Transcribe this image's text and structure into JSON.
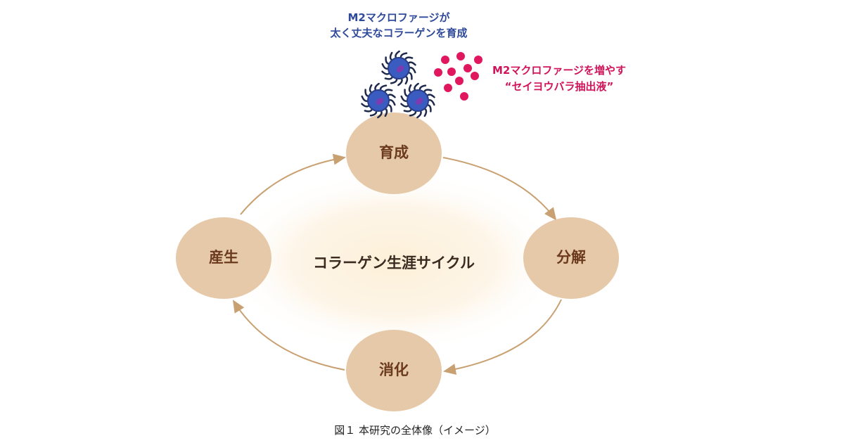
{
  "annotation_macrophage": [
    "M2マクロファージが",
    "太く丈夫なコラーゲンを育成"
  ],
  "annotation_extract": [
    "M2マクロファージを増やす",
    "“セイヨウバラ抽出液”"
  ],
  "cycle_title": "コラーゲン生涯サイクル",
  "stages": {
    "top": "育成",
    "right": "分解",
    "bottom": "消化",
    "left": "産生"
  },
  "caption": "図１  本研究の全体像（イメージ）",
  "colors": {
    "node": "#e6c9a8",
    "arrow": "#c9a071",
    "blue": "#2f4a9a",
    "pink": "#d0145a"
  }
}
